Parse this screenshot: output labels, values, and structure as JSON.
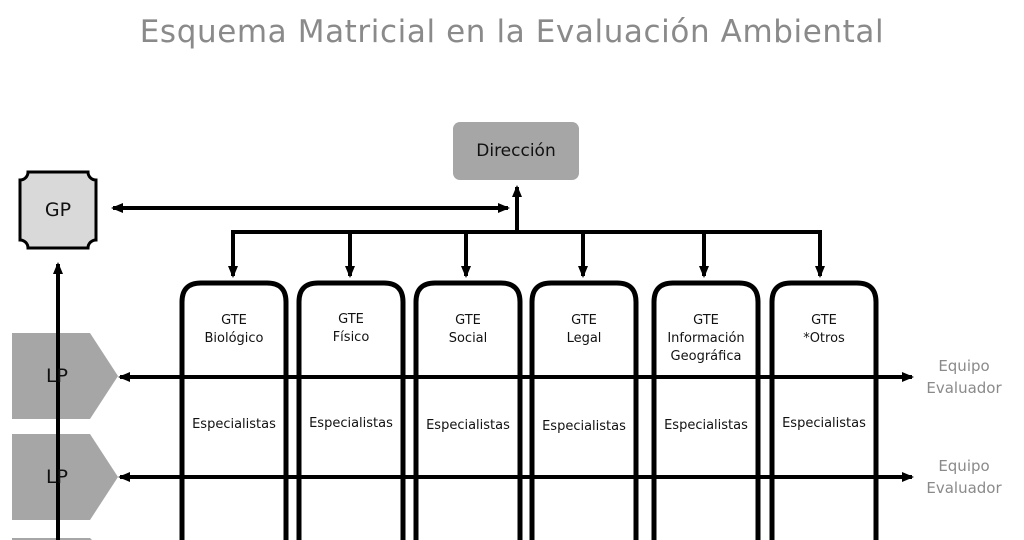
{
  "title": "Esquema Matricial en la Evaluación Ambiental",
  "top_box": "Dirección",
  "gp_box": "GP",
  "lp_rows": [
    {
      "label": "LP",
      "side_label": "Equipo\nEvaluador"
    },
    {
      "label": "LP",
      "side_label": "Equipo\nEvaluador"
    }
  ],
  "columns": [
    {
      "title": "GTE\nBiológico",
      "members": "Especialistas"
    },
    {
      "title": "GTE\nFísico",
      "members": "Especialistas"
    },
    {
      "title": "GTE\nSocial",
      "members": "Especialistas"
    },
    {
      "title": "GTE\nLegal",
      "members": "Especialistas"
    },
    {
      "title": "GTE\nInformación\nGeográfica",
      "members": "Especialistas"
    },
    {
      "title": "GTE\n*Otros",
      "members": "Especialistas"
    }
  ],
  "colors": {
    "title": "#8a8a8a",
    "direccion_fill": "#a6a6a6",
    "gp_fill": "#d9d9d9",
    "lp_fill": "#a6a6a6",
    "lines": "#000000"
  }
}
